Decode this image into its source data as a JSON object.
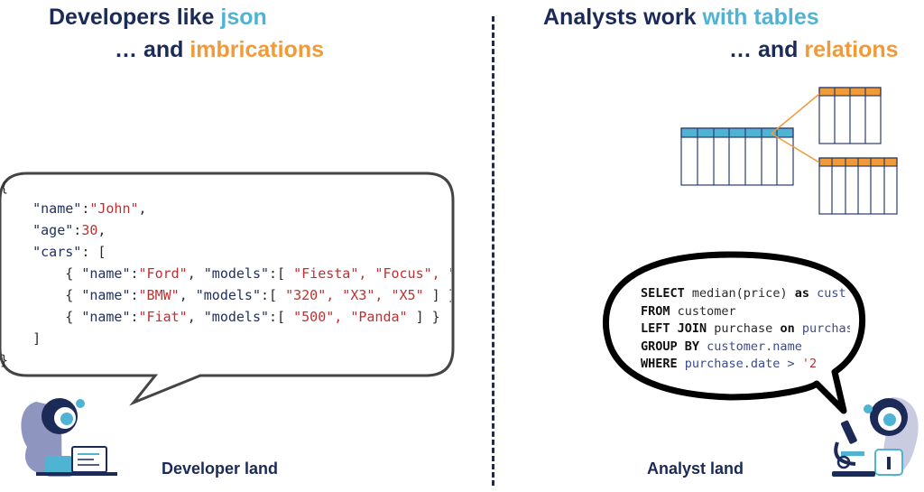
{
  "left": {
    "heading_line1_prefix": "Developers like ",
    "heading_line1_accent": "json",
    "heading_line2_prefix": "… and ",
    "heading_line2_accent": "imbrications",
    "caption": "Developer land",
    "json_code": {
      "open_brace": "{",
      "name_key": "\"name\"",
      "name_val": "\"John\"",
      "age_key": "\"age\"",
      "age_val": "30",
      "cars_key": "\"cars\"",
      "cars": [
        {
          "name_key": "\"name\"",
          "name_val": "\"Ford\"",
          "models_key": "\"models\"",
          "models": "\"Fiesta\", \"Focus\", \"Mustang\""
        },
        {
          "name_key": "\"name\"",
          "name_val": "\"BMW\"",
          "models_key": "\"models\"",
          "models": "\"320\", \"X3\", \"X5\""
        },
        {
          "name_key": "\"name\"",
          "name_val": "\"Fiat\"",
          "models_key": "\"models\"",
          "models": "\"500\", \"Panda\""
        }
      ],
      "close_bracket": "]",
      "close_brace": "}"
    }
  },
  "right": {
    "heading_line1_prefix": "Analysts work ",
    "heading_line1_accent": "with tables",
    "heading_line2_prefix": "… and ",
    "heading_line2_accent": "relations",
    "caption": "Analyst land",
    "sql": {
      "kw_select": "SELECT",
      "l1_rest": " median(price) ",
      "kw_as": "as",
      "l1_alias": " cust",
      "kw_from": "FROM",
      "l2_rest": " customer",
      "kw_left_join": "LEFT JOIN",
      "l3_rest": " purchase ",
      "kw_on": "on",
      "l3_tail": " purchase",
      "kw_group_by": "GROUP BY",
      "l4_rest": " customer.name",
      "kw_where": "WHERE",
      "l5_rest": " purchase.date > ",
      "l5_lit": "'2"
    }
  },
  "colors": {
    "navy": "#1b2a57",
    "accent_blue": "#4fb3d3",
    "accent_orange": "#f19a38"
  },
  "icons": [
    "developer-avatar-icon",
    "laptop-icon",
    "analyst-avatar-icon",
    "microscope-icon"
  ]
}
